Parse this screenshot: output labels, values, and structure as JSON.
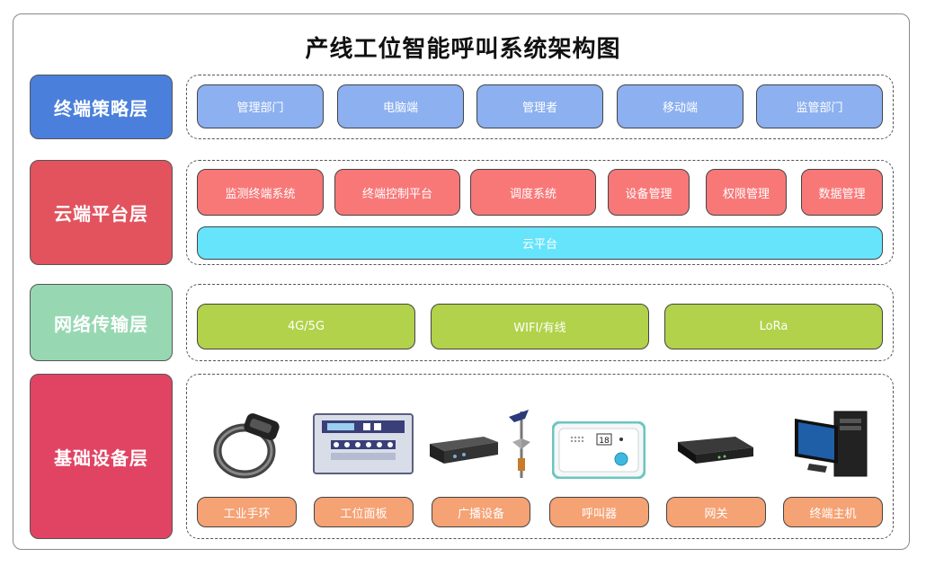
{
  "title": "产线工位智能呼叫系统架构图",
  "layers": {
    "terminal": {
      "label": "终端策略层",
      "color": "#4a7fdb",
      "items": [
        "管理部门",
        "电脑端",
        "管理者",
        "移动端",
        "监管部门"
      ]
    },
    "cloud": {
      "label": "云端平台层",
      "color": "#e2535e",
      "items": [
        "监测终端系统",
        "终端控制平台",
        "调度系统",
        "设备管理",
        "权限管理",
        "数据管理"
      ],
      "platform": "云平台"
    },
    "network": {
      "label": "网络传输层",
      "color": "#97d8b2",
      "items": [
        "4G/5G",
        "WIFI/有线",
        "LoRa"
      ]
    },
    "device": {
      "label": "基础设备层",
      "color": "#e14463",
      "items": [
        "工业手环",
        "工位面板",
        "广播设备",
        "呼叫器",
        "网关",
        "终端主机"
      ],
      "icons": [
        "wristband-icon",
        "panel-icon",
        "broadcast-icon",
        "caller-icon",
        "gateway-icon",
        "host-computer-icon"
      ],
      "caller_number": "18"
    }
  },
  "colors": {
    "terminal_box": "#8cb0f0",
    "cloud_box": "#f87878",
    "platform_box": "#66e4fb",
    "network_box": "#b1d24a",
    "device_box": "#f5a274"
  }
}
